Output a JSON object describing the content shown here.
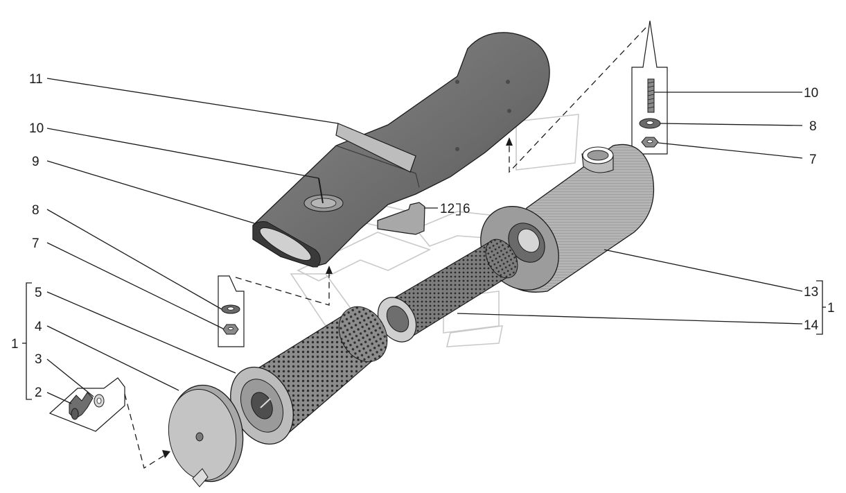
{
  "callouts": {
    "c1_left": "1",
    "c2": "2",
    "c3": "3",
    "c4": "4",
    "c5": "5",
    "c7_left": "7",
    "c8_left": "8",
    "c9": "9",
    "c10_left": "10",
    "c11": "11",
    "c12": "12",
    "c6": "6",
    "c10_right": "10",
    "c8_right": "8",
    "c7_right": "7",
    "c13": "13",
    "c14": "14",
    "c1_right": "1"
  },
  "colors": {
    "line": "#1a1a1a",
    "part_dark": "#6e6e6e",
    "part_mid": "#9a9a9a",
    "part_light": "#c8c8c8",
    "watermark": "#c9c9c9"
  }
}
